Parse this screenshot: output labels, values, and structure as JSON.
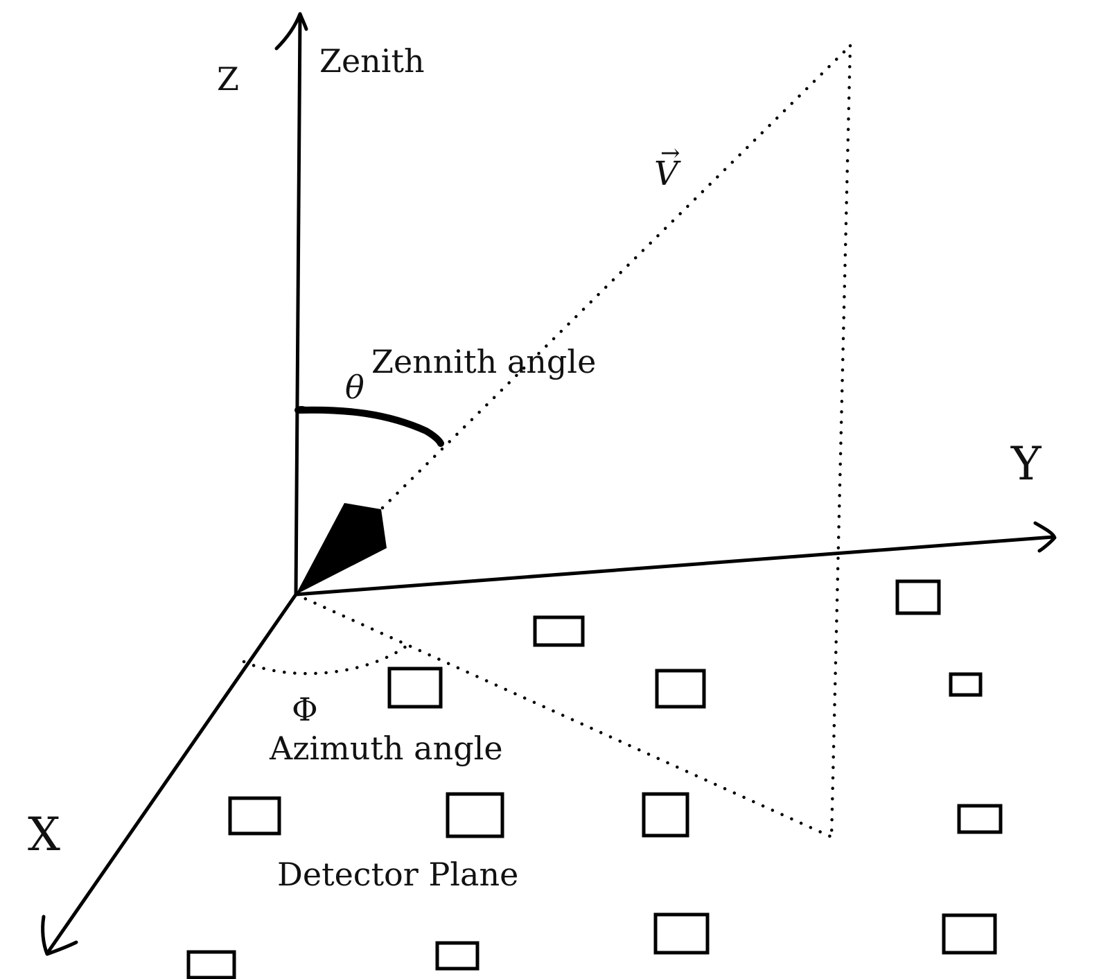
{
  "diagram": {
    "axes": {
      "z_label": "Z",
      "zenith_label": "Zenith",
      "y_label": "Y",
      "x_label": "X"
    },
    "vector_label": "V",
    "vector_arrow": "→",
    "theta_symbol": "θ",
    "zenith_angle_label": "Zennith angle",
    "phi_symbol": "Φ",
    "azimuth_angle_label": "Azimuth angle",
    "detector_plane_label": "Detector Plane",
    "colors": {
      "ink": "#000000",
      "background": "#ffffff"
    }
  }
}
